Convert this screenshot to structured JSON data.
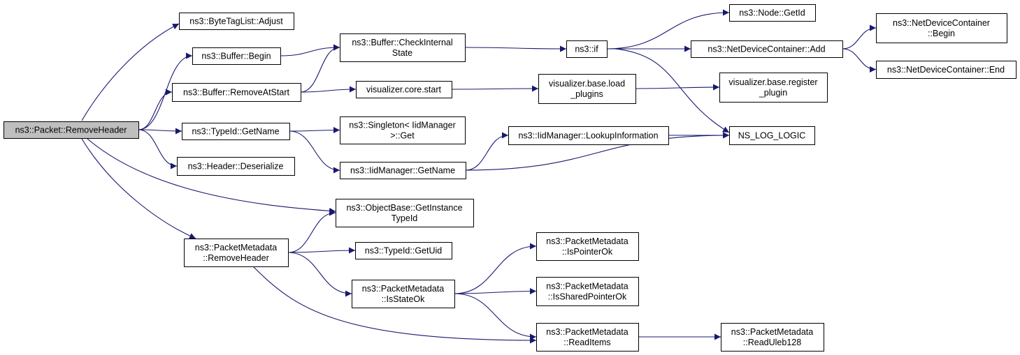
{
  "graph": {
    "edge_color": "#191970",
    "root_fill": "#bfbfbf",
    "node_fill": "#ffffff",
    "nodes": [
      {
        "id": "root",
        "lines": [
          "ns3::Packet::RemoveHeader"
        ],
        "root": true
      },
      {
        "id": "bytetag_adjust",
        "lines": [
          "ns3::ByteTagList::Adjust"
        ]
      },
      {
        "id": "buffer_begin",
        "lines": [
          "ns3::Buffer::Begin"
        ]
      },
      {
        "id": "buffer_removeatstart",
        "lines": [
          "ns3::Buffer::RemoveAtStart"
        ]
      },
      {
        "id": "typeid_getname",
        "lines": [
          "ns3::TypeId::GetName"
        ]
      },
      {
        "id": "header_deserialize",
        "lines": [
          "ns3::Header::Deserialize"
        ]
      },
      {
        "id": "pm_removeheader",
        "lines": [
          "ns3::PacketMetadata",
          "::RemoveHeader"
        ]
      },
      {
        "id": "buffer_checkinternal",
        "lines": [
          "ns3::Buffer::CheckInternal",
          "State"
        ]
      },
      {
        "id": "vis_core_start",
        "lines": [
          "visualizer.core.start"
        ]
      },
      {
        "id": "singleton_get",
        "lines": [
          "ns3::Singleton< IidManager",
          ">::Get"
        ]
      },
      {
        "id": "iid_getname",
        "lines": [
          "ns3::IidManager::GetName"
        ]
      },
      {
        "id": "objbase_getinstance",
        "lines": [
          "ns3::ObjectBase::GetInstance",
          "TypeId"
        ]
      },
      {
        "id": "typeid_getuid",
        "lines": [
          "ns3::TypeId::GetUid"
        ]
      },
      {
        "id": "pm_isstateok",
        "lines": [
          "ns3::PacketMetadata",
          "::IsStateOk"
        ]
      },
      {
        "id": "ns3_if",
        "lines": [
          "ns3::if"
        ]
      },
      {
        "id": "vis_load_plugins",
        "lines": [
          "visualizer.base.load",
          "_plugins"
        ]
      },
      {
        "id": "iid_lookupinfo",
        "lines": [
          "ns3::IidManager::LookupInformation"
        ]
      },
      {
        "id": "pm_ispointerok",
        "lines": [
          "ns3::PacketMetadata",
          "::IsPointerOk"
        ]
      },
      {
        "id": "pm_issharedpointerok",
        "lines": [
          "ns3::PacketMetadata",
          "::IsSharedPointerOk"
        ]
      },
      {
        "id": "pm_readitems",
        "lines": [
          "ns3::PacketMetadata",
          "::ReadItems"
        ]
      },
      {
        "id": "node_getid",
        "lines": [
          "ns3::Node::GetId"
        ]
      },
      {
        "id": "ndc_add",
        "lines": [
          "ns3::NetDeviceContainer::Add"
        ]
      },
      {
        "id": "vis_register_plugin",
        "lines": [
          "visualizer.base.register",
          "_plugin"
        ]
      },
      {
        "id": "ns_log_logic",
        "lines": [
          "NS_LOG_LOGIC"
        ]
      },
      {
        "id": "pm_readuleb128",
        "lines": [
          "ns3::PacketMetadata",
          "::ReadUleb128"
        ]
      },
      {
        "id": "ndc_begin",
        "lines": [
          "ns3::NetDeviceContainer",
          "::Begin"
        ]
      },
      {
        "id": "ndc_end",
        "lines": [
          "ns3::NetDeviceContainer::End"
        ]
      }
    ],
    "edges": [
      [
        "root",
        "bytetag_adjust"
      ],
      [
        "root",
        "buffer_begin"
      ],
      [
        "root",
        "buffer_removeatstart"
      ],
      [
        "root",
        "typeid_getname"
      ],
      [
        "root",
        "header_deserialize"
      ],
      [
        "root",
        "objbase_getinstance"
      ],
      [
        "root",
        "pm_removeheader"
      ],
      [
        "buffer_begin",
        "buffer_checkinternal"
      ],
      [
        "buffer_removeatstart",
        "buffer_checkinternal"
      ],
      [
        "buffer_removeatstart",
        "vis_core_start"
      ],
      [
        "typeid_getname",
        "singleton_get"
      ],
      [
        "typeid_getname",
        "iid_getname"
      ],
      [
        "pm_removeheader",
        "objbase_getinstance"
      ],
      [
        "pm_removeheader",
        "typeid_getuid"
      ],
      [
        "pm_removeheader",
        "pm_isstateok"
      ],
      [
        "pm_removeheader",
        "pm_readitems"
      ],
      [
        "buffer_checkinternal",
        "ns3_if"
      ],
      [
        "vis_core_start",
        "vis_load_plugins"
      ],
      [
        "iid_getname",
        "iid_lookupinfo"
      ],
      [
        "iid_getname",
        "ns_log_logic"
      ],
      [
        "pm_isstateok",
        "pm_ispointerok"
      ],
      [
        "pm_isstateok",
        "pm_issharedpointerok"
      ],
      [
        "pm_isstateok",
        "pm_readitems"
      ],
      [
        "ns3_if",
        "node_getid"
      ],
      [
        "ns3_if",
        "ndc_add"
      ],
      [
        "ns3_if",
        "ns_log_logic"
      ],
      [
        "vis_load_plugins",
        "vis_register_plugin"
      ],
      [
        "iid_lookupinfo",
        "ns_log_logic"
      ],
      [
        "pm_readitems",
        "pm_readuleb128"
      ],
      [
        "ndc_add",
        "ndc_begin"
      ],
      [
        "ndc_add",
        "ndc_end"
      ]
    ]
  }
}
